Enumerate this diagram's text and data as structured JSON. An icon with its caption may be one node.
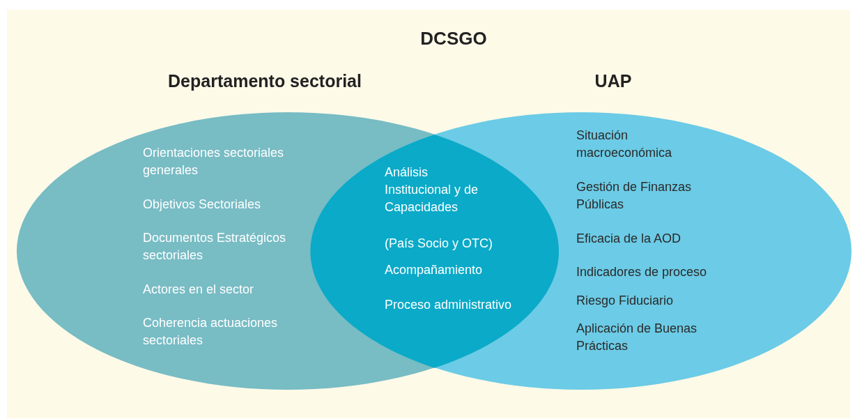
{
  "diagram": {
    "title": "DCSGO",
    "nodes": [
      {
        "text": [
          "Departamento sectorial",
          "Orientaciones sectoriales generales",
          "Objetivos Sectoriales",
          "Documentos Estratégicos sectoriales",
          "Actores en el sector",
          "Coherencia actuaciones sectoriales"
        ]
      },
      {
        "text": [
          "UAP",
          "Situación macroeconómica",
          "Gestión de Finanzas Públicas",
          "Eficacia de la AOD",
          "Indicadores de proceso",
          "Riesgo Fiduciario",
          "Aplicación de Buenas Prácticas"
        ]
      },
      {
        "text": [
          "Análisis Institucional y de Capacidades",
          "(País Socio y OTC)",
          "Acompañamiento",
          "Proceso administrativo"
        ]
      }
    ]
  }
}
